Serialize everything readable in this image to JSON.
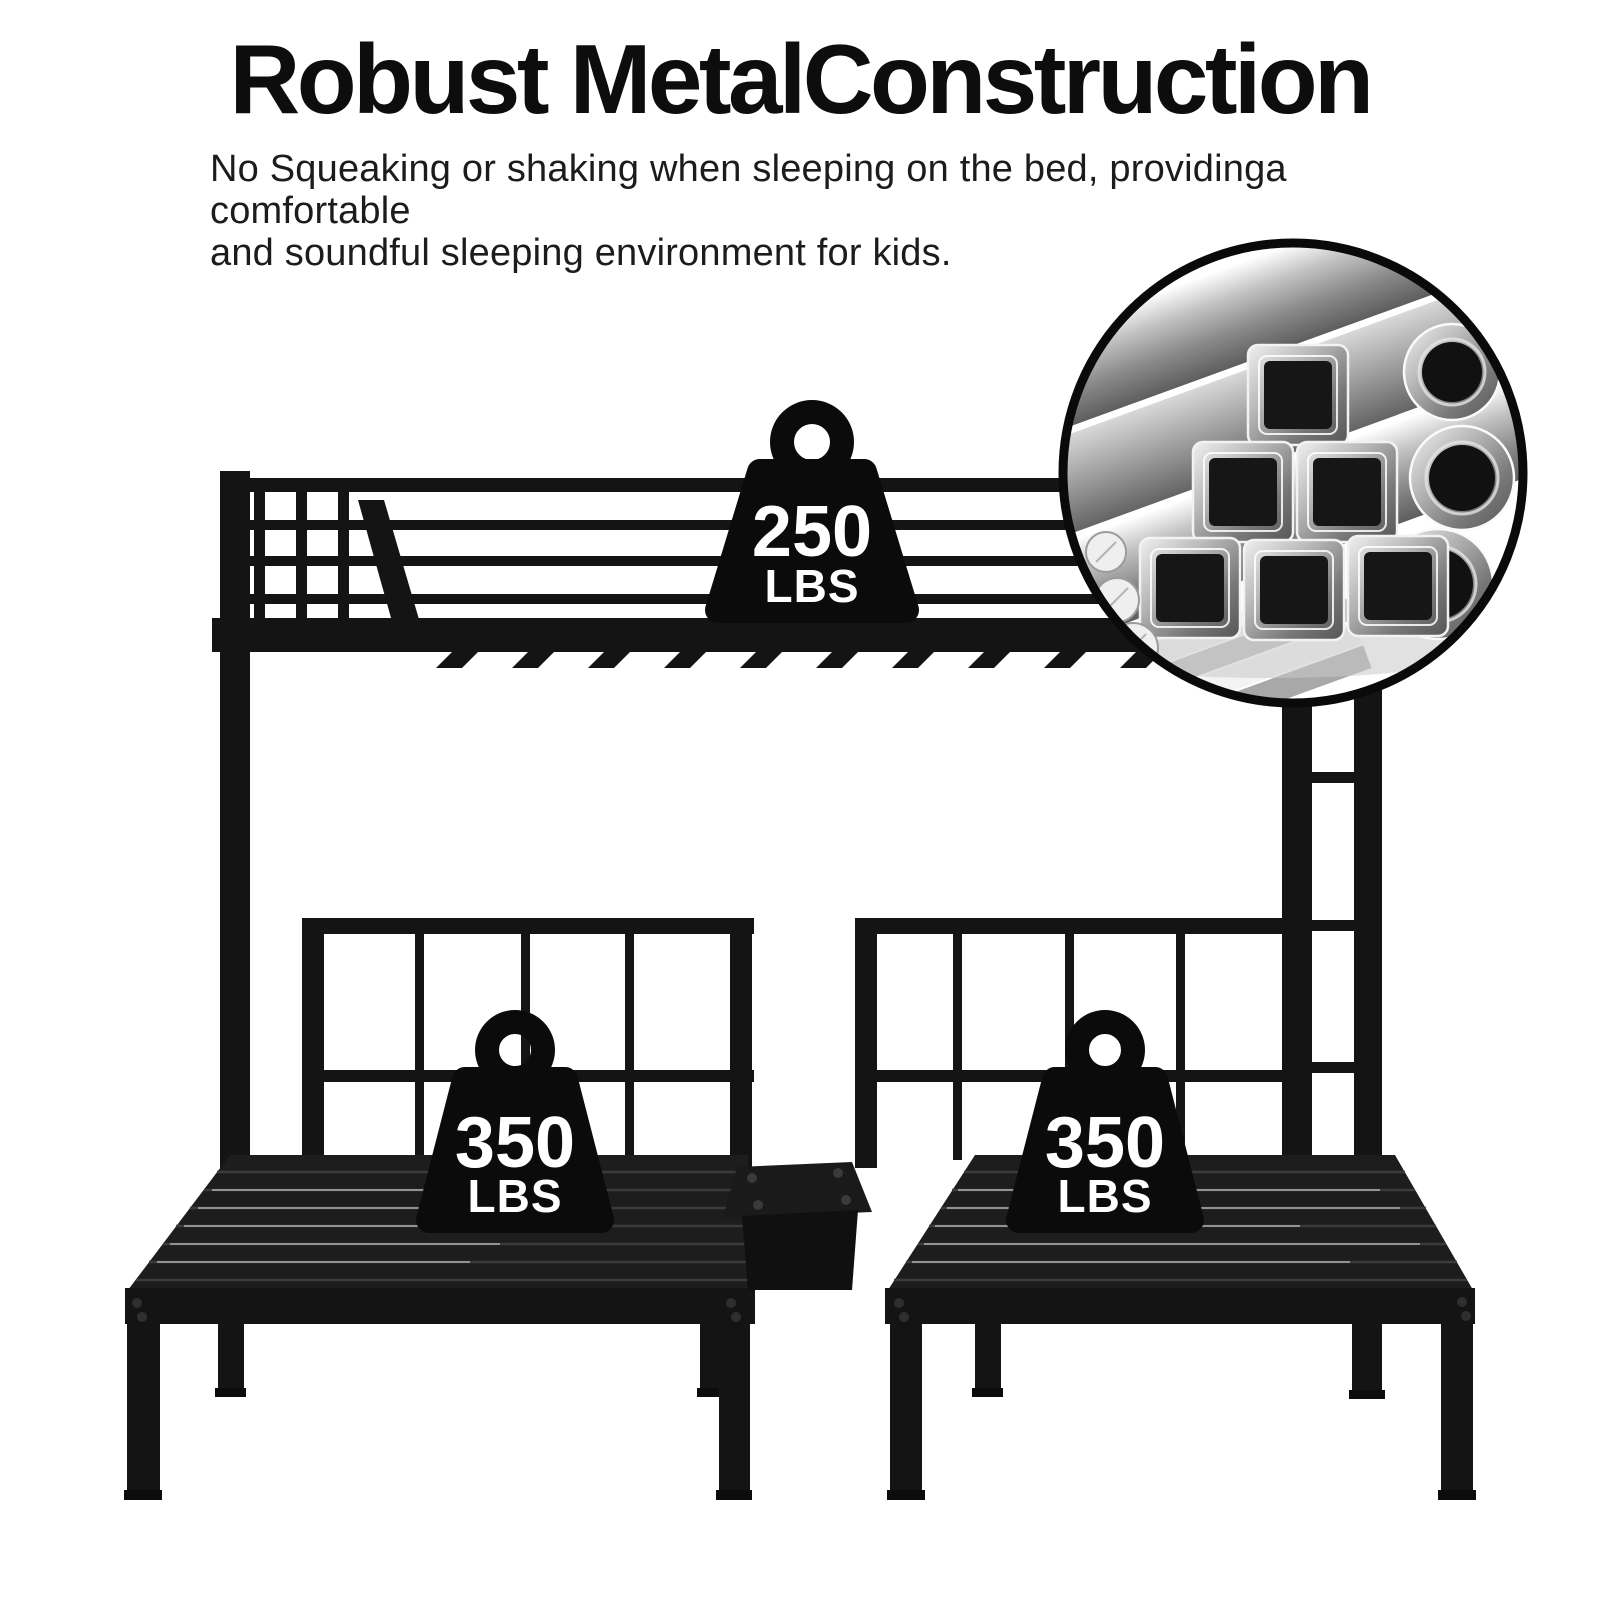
{
  "header": {
    "title": "Robust MetalConstruction",
    "subtitle_line1": "No Squeaking or shaking when sleeping on the bed, providinga comfortable",
    "subtitle_line2": "and soundful sleeping environment for kids."
  },
  "capacities": {
    "top_bunk": {
      "value": "250",
      "unit": "LBS"
    },
    "bottom_left_bed": {
      "value": "350",
      "unit": "LBS"
    },
    "bottom_right_bed": {
      "value": "350",
      "unit": "LBS"
    }
  },
  "icons": {
    "weight_badge": "kettlebell-weight-icon",
    "inset": "metal-square-tubes-closeup"
  },
  "colors": {
    "frame_black": "#141414",
    "platform_charcoal": "#1d1d1d",
    "badge_black": "#0b0b0b",
    "badge_text_white": "#ffffff",
    "title_black": "#0d0d0d",
    "inset_border_black": "#0a0a0a",
    "metal_light": "#f0f0f0",
    "metal_mid": "#9a9a9a",
    "metal_dark": "#565656",
    "tube_hole_dark": "#161616"
  }
}
